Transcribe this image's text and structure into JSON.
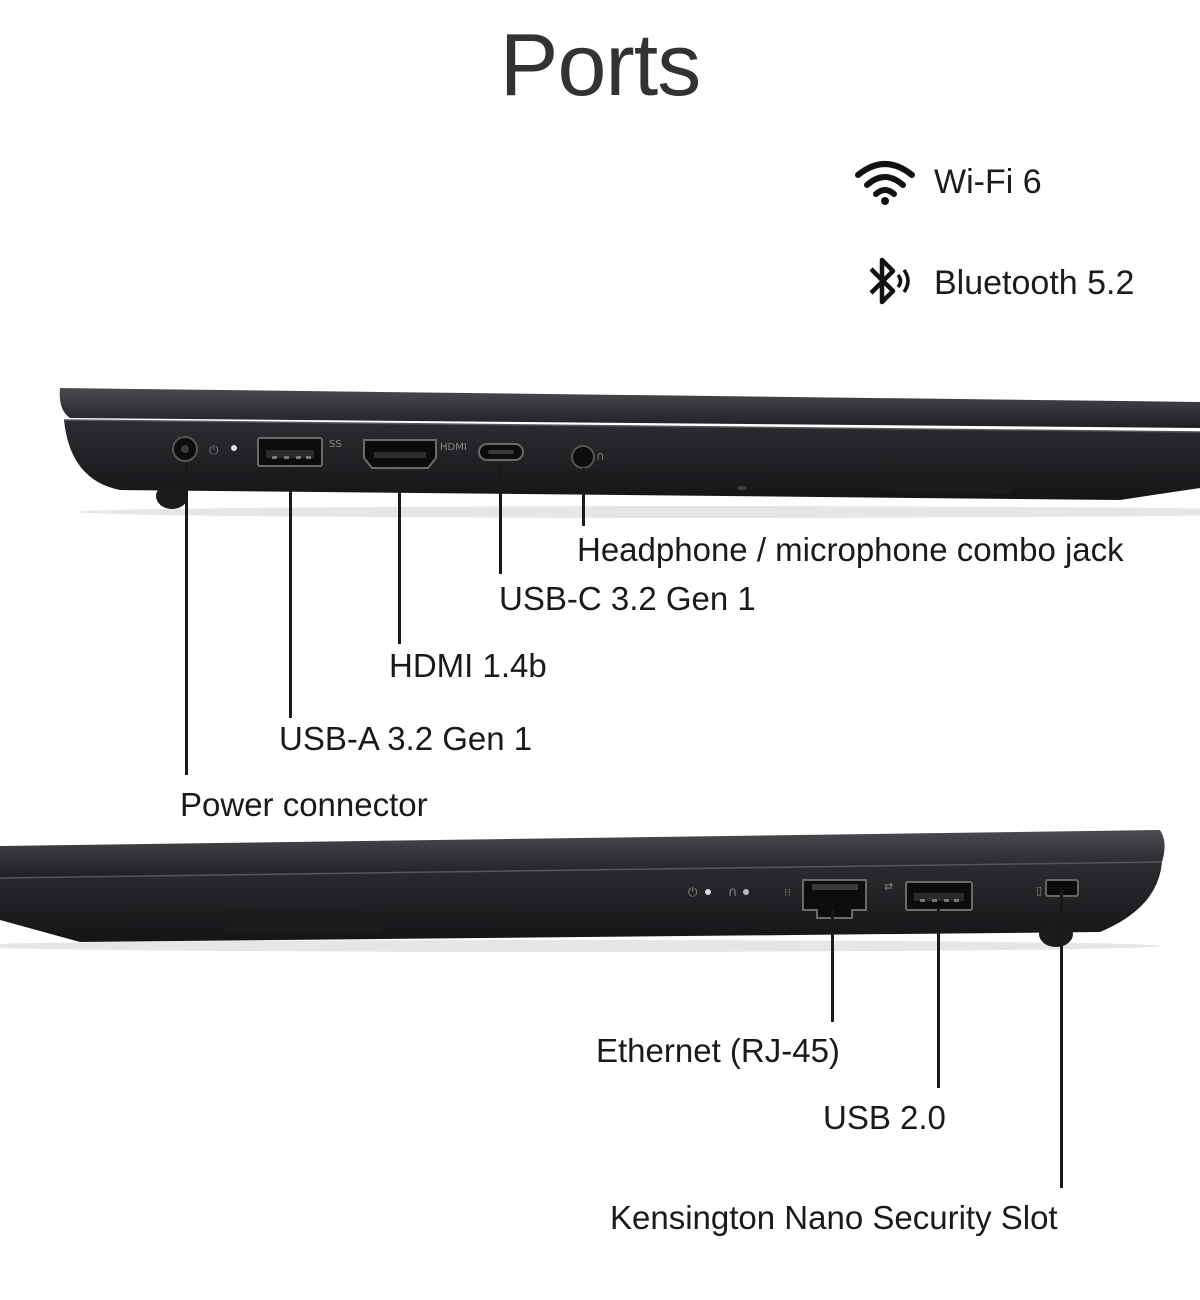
{
  "title": "Ports",
  "connectivity": [
    {
      "icon": "wifi-icon",
      "label": "Wi-Fi 6"
    },
    {
      "icon": "bluetooth-icon",
      "label": "Bluetooth 5.2"
    }
  ],
  "left_side": {
    "ports": [
      {
        "id": "power",
        "label": "Power connector"
      },
      {
        "id": "usba",
        "label": "USB-A 3.2 Gen 1"
      },
      {
        "id": "hdmi",
        "label": "HDMI 1.4b"
      },
      {
        "id": "usbc",
        "label": "USB-C 3.2 Gen 1"
      },
      {
        "id": "audio",
        "label": "Headphone / microphone combo jack"
      }
    ],
    "silkscreen": {
      "usb": "SS",
      "hdmi": "HDMI"
    }
  },
  "right_side": {
    "ports": [
      {
        "id": "ethernet",
        "label": "Ethernet (RJ-45)"
      },
      {
        "id": "usb2",
        "label": "USB 2.0"
      },
      {
        "id": "lock",
        "label": "Kensington Nano Security Slot"
      }
    ]
  },
  "colors": {
    "chassis": "#1e1f21",
    "chassis_edge": "#3a3b3e",
    "text": "#1a1a1a"
  }
}
